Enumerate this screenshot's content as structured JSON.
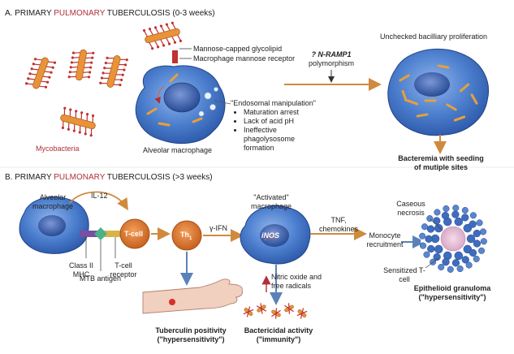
{
  "sectionA": {
    "title_prefix": "A. PRIMARY ",
    "title_colored": "PULMONARY",
    "title_suffix": " TUBERCULOSIS (0-3 weeks)",
    "mycobacteria_label": "Mycobacteria",
    "glycolipid_label": "Mannose-capped glycolipid",
    "receptor_label": "Macrophage mannose receptor",
    "macrophage_label": "Alveolar macrophage",
    "endosomal_title": "\"Endosomal manipulation\"",
    "endosomal_points": [
      "Maturation arrest",
      "Lack of acid pH",
      "Ineffective phagolysosome formation"
    ],
    "nramp_gene": "? N-RAMP1",
    "nramp_suffix": "polymorphism",
    "unchecked_label": "Unchecked bacilliary proliferation",
    "bacteremia_label": "Bacteremia with seeding of mutiple sites"
  },
  "sectionB": {
    "title_prefix": "B. PRIMARY ",
    "title_colored": "PULMONARY",
    "title_suffix": " TUBERCULOSIS (>3 weeks)",
    "alveolar_label": "Alveolar macrophage",
    "il12_label": "IL-12",
    "tcell_label": "T-cell",
    "th1_label": "Th",
    "th1_sub": "1",
    "ifn_label": "γ-IFN",
    "activated_label": "\"Activated\" macrophage",
    "inos_label": "iNOS",
    "tnf_label": "TNF, chemokines",
    "monocyte_label": "Monocyte recruitment",
    "caseous_label": "Caseous necrosis",
    "sensitized_label": "Sensitized T-cell",
    "granuloma_label": "Epithelioid granuloma (\"hypersensitivity\")",
    "classII_label": "Class II MHC",
    "tcr_label": "T-cell receptor",
    "mtb_label": "MTB antigen",
    "nitric_label": "Nitric oxide and free radicals",
    "tuberculin_label": "Tuberculin positivity (\"hypersensitivity\")",
    "bactericidal_label": "Bactericidal activity (\"immunity\")"
  },
  "colors": {
    "cell_blue": "#3b6fc0",
    "nucleus_blue": "#2a4c9c",
    "bacteria_orange": "#e07c2a",
    "spike_red": "#c0312f",
    "arrow_orange": "#cf8a3e",
    "arrow_blue": "#5b82b8",
    "text_red": "#b0303a"
  }
}
